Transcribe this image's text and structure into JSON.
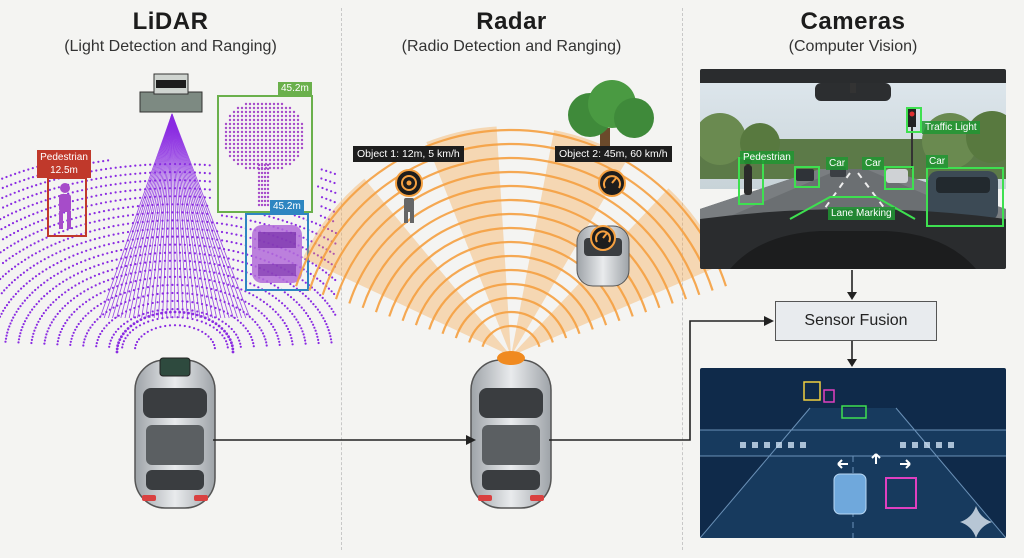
{
  "panels": {
    "lidar": {
      "title": "LiDAR",
      "subtitle": "(Light Detection and Ranging)",
      "pedestrian_label": "Pedestrian",
      "pedestrian_distance": "12.5m",
      "tree_distance": "45.2m",
      "car_distance": "45.2m"
    },
    "radar": {
      "title": "Radar",
      "subtitle": "(Radio Detection and Ranging)",
      "object1": "Object 1: 12m, 5 km/h",
      "object2": "Object 2: 45m, 60 km/h"
    },
    "cameras": {
      "title": "Cameras",
      "subtitle": "(Computer Vision)",
      "detections": {
        "traffic_light": "Traffic Light",
        "pedestrian": "Pedestrian",
        "car1": "Car",
        "car2": "Car",
        "car3": "Car",
        "lane": "Lane Marking"
      }
    }
  },
  "fusion": {
    "label": "Sensor Fusion"
  },
  "colors": {
    "lidar": "#8a2be2",
    "radar": "#f5a040",
    "camera_box": "#3ee050",
    "pedestrian_box": "#c0392b",
    "tree_box": "#6ab04c",
    "car_box": "#2e86c1",
    "render_bg": "#0f2a4a"
  },
  "icons": {
    "sensor": "lidar-sensor-icon",
    "speed": "speedometer-icon",
    "traffic_light": "traffic-light-icon",
    "sparkle": "sparkle-icon"
  }
}
